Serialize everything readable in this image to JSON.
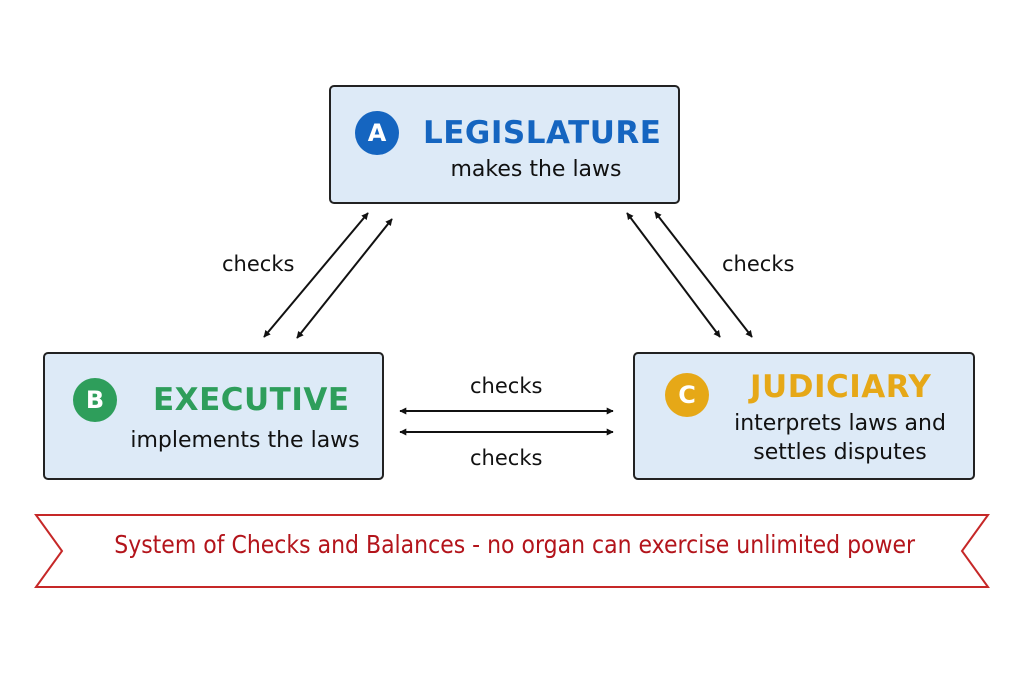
{
  "colors": {
    "box_fill": "#ddeaf7",
    "box_border": "#222222",
    "legislature": "#1565c0",
    "executive": "#2e9e5b",
    "judiciary": "#e6a817",
    "banner": "#b3141b",
    "arrow": "#111111"
  },
  "legislature": {
    "badge": "A",
    "title": "LEGISLATURE",
    "description": "makes the laws"
  },
  "executive": {
    "badge": "B",
    "title": "EXECUTIVE",
    "description": "implements the laws"
  },
  "judiciary": {
    "badge": "C",
    "title": "JUDICIARY",
    "description": "interprets laws and\nsettles disputes"
  },
  "relations": {
    "legislature_executive": "checks",
    "legislature_judiciary": "checks",
    "executive_judiciary_top": "checks",
    "executive_judiciary_bottom": "checks"
  },
  "banner": {
    "text": "System of Checks and Balances - no organ can exercise unlimited power"
  }
}
